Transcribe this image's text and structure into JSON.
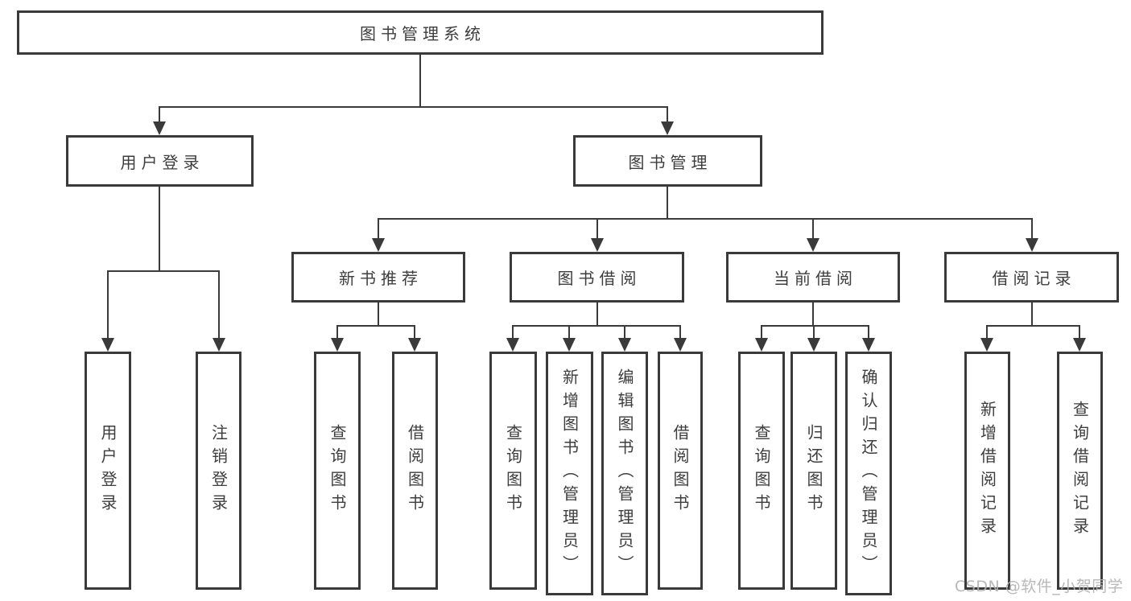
{
  "diagram": {
    "title_node": {
      "label": "图书管理系统"
    },
    "branches": {
      "user_login": {
        "label": "用户登录",
        "children": [
          {
            "label": "用户登录"
          },
          {
            "label": "注销登录"
          }
        ]
      },
      "book_management": {
        "label": "图书管理",
        "children": [
          {
            "label": "新书推荐",
            "children": [
              {
                "label": "查询图书"
              },
              {
                "label": "借阅图书"
              }
            ]
          },
          {
            "label": "图书借阅",
            "children": [
              {
                "label": "查询图书"
              },
              {
                "label": "新增图书（管理员）"
              },
              {
                "label": "编辑图书（管理员）"
              },
              {
                "label": "借阅图书"
              }
            ]
          },
          {
            "label": "当前借阅",
            "children": [
              {
                "label": "查询图书"
              },
              {
                "label": "归还图书"
              },
              {
                "label": "确认归还（管理员）"
              }
            ]
          },
          {
            "label": "借阅记录",
            "children": [
              {
                "label": "新增借阅记录"
              },
              {
                "label": "查询借阅记录"
              }
            ]
          }
        ]
      }
    },
    "watermark": "CSDN @软件_小贺同学",
    "colors": {
      "line": "#3a3a3a",
      "text": "#3d3d3d",
      "watermark": "#b2b2b2",
      "background": "#ffffff"
    }
  }
}
